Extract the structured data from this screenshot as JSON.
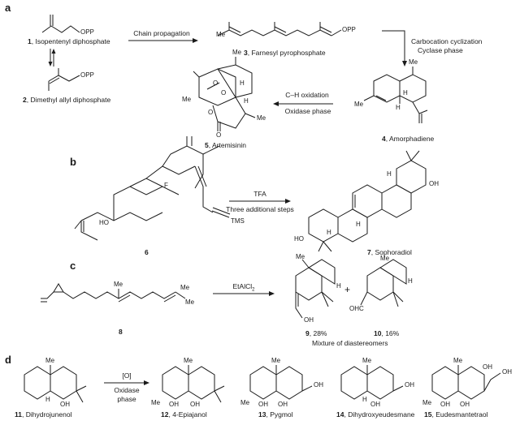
{
  "sections": [
    "a",
    "b",
    "c",
    "d"
  ],
  "a": {
    "c1": {
      "num": "1",
      "name": "Isopentenyl diphosphate"
    },
    "c2": {
      "num": "2",
      "name": "Dimethyl allyl diphosphate"
    },
    "c3": {
      "num": "3",
      "name": "Farnesyl pyrophosphate"
    },
    "c4": {
      "num": "4",
      "name": "Amorphadiene"
    },
    "c5": {
      "num": "5",
      "name": "Artemisinin"
    },
    "opp": "OPP",
    "me": "Me",
    "h": "H",
    "o": "O",
    "arrow1": "Chain propagation",
    "arrow2a": "Carbocation cyclization",
    "arrow2b": "Cyclase phase",
    "arrow3a": "C–H oxidation",
    "arrow3b": "Oxidase phase"
  },
  "b": {
    "c6": {
      "num": "6"
    },
    "c7": {
      "num": "7",
      "name": "Sophoradiol"
    },
    "f": "F",
    "ho": "HO",
    "oh": "OH",
    "tms": "TMS",
    "h": "H",
    "arrow_top": "TFA",
    "arrow_bottom": "Three additional steps"
  },
  "c": {
    "c8": {
      "num": "8"
    },
    "c9": {
      "num": "9",
      "name": "28%"
    },
    "c10": {
      "num": "10",
      "name": "16%"
    },
    "me": "Me",
    "h": "H",
    "oh": "OH",
    "ohc": "OHC",
    "plus": "+",
    "arrow_top": "EtAlCl",
    "arrow_sub": "2",
    "note": "Mixture of diastereomers"
  },
  "d": {
    "c11": {
      "num": "11",
      "name": "Dihydrojunenol"
    },
    "c12": {
      "num": "12",
      "name": "4-Epiajanol"
    },
    "c13": {
      "num": "13",
      "name": "Pygmol"
    },
    "c14": {
      "num": "14",
      "name": "Dihydroxyeudesmane"
    },
    "c15": {
      "num": "15",
      "name": "Eudesmantetraol"
    },
    "me": "Me",
    "h": "H",
    "oh": "OH",
    "arrow_top": "[O]",
    "arrow_b1": "Oxidase",
    "arrow_b2": "phase"
  }
}
